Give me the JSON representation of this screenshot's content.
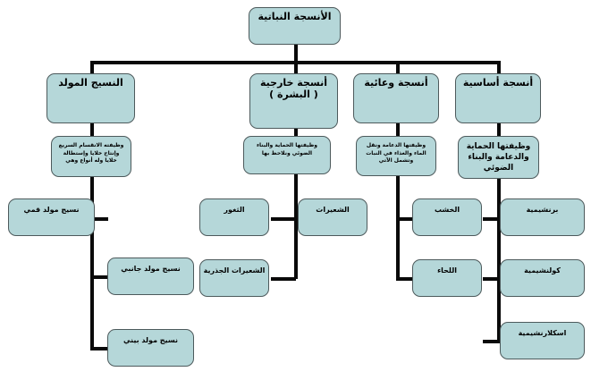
{
  "diagram": {
    "title": "الأنسجة النباتية",
    "root": {
      "label": "الأنسجة النباتية"
    },
    "branches": [
      {
        "id": "meristematic",
        "label": "النسيج المولد",
        "description": "وظيفته الانقسام السريع\nوإنتاج خلايا وإستطالة\nخلايا وله أنواع وهي",
        "children": [
          {
            "label": "نسيج مولد قمي"
          },
          {
            "label": "نسيج مولد جانبي"
          },
          {
            "label": "نسيج مولد بيني"
          }
        ]
      },
      {
        "id": "epidermal",
        "label": "أنسجة خارجية\n( البشرة )",
        "description": "وظيفتها الحماية والبناء\nالضوئي ونلاحظ بها",
        "children": [
          {
            "label": "الشعيرات"
          },
          {
            "label": "الثغور"
          },
          {
            "label": "الشعيرات الجذرية"
          }
        ]
      },
      {
        "id": "vascular",
        "label": "أنسجة وعائية",
        "description": "وظيفتها الدعامة ونقل\nالماء والغذاء في النبات\nوتشمل الآتي",
        "children": [
          {
            "label": "الخشب"
          },
          {
            "label": "اللحاء"
          }
        ]
      },
      {
        "id": "ground",
        "label": "أنسجة أساسية",
        "description": "وظيفتها الحماية\nوالدعامة والبناء\nالضوئي",
        "children": [
          {
            "label": "برنشيمية"
          },
          {
            "label": "كولنشيمية"
          },
          {
            "label": "اسكلارنشيمية"
          }
        ]
      }
    ],
    "colors": {
      "node_fill": "#b5d7d9",
      "node_border": "#4d5a5c",
      "connector": "#0a0a0a",
      "background": "#ffffff",
      "text": "#000000"
    }
  }
}
